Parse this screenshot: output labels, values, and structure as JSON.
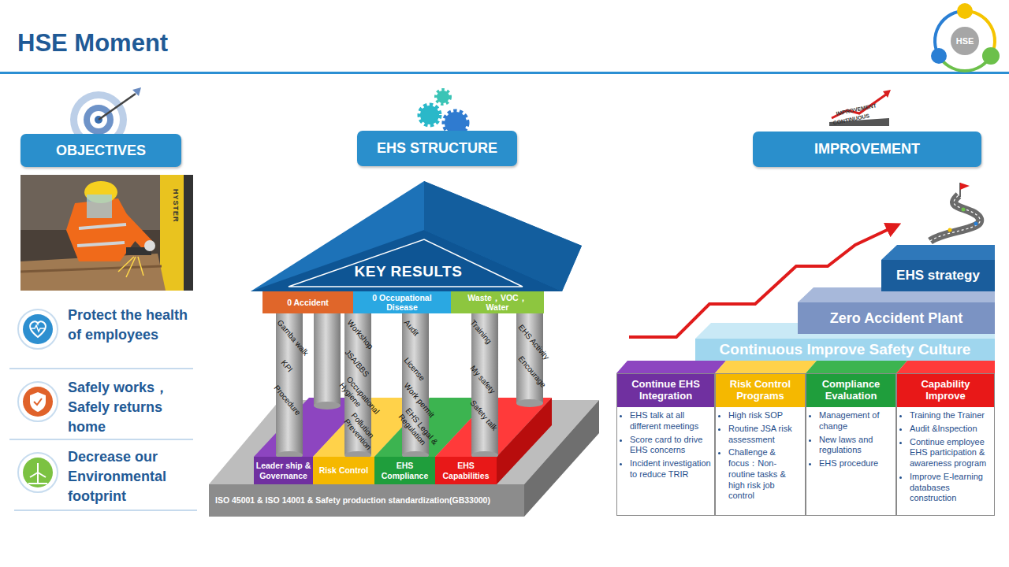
{
  "diagram": {
    "title": "HSE Moment",
    "nodes": [
      {
        "text": [
          "HSE"
        ]
      },
      {
        "text": [
          "OBJECTIVES"
        ]
      },
      {
        "text": [
          "EHS STRUCTURE"
        ]
      },
      {
        "text": [
          "IMPROVEMENT"
        ]
      },
      {
        "text": [
          "KEY  RESULTS"
        ]
      },
      {
        "text": [
          "0 Accident"
        ]
      },
      {
        "text": [
          "0 Occupational Disease"
        ]
      },
      {
        "text": [
          "Waste，VOC， Water"
        ]
      },
      {
        "text": [
          "Leader ship & Governance"
        ]
      },
      {
        "text": [
          "Risk Control"
        ]
      },
      {
        "text": [
          "EHS Compliance"
        ]
      },
      {
        "text": [
          "EHS Capabilities"
        ]
      },
      {
        "text": [
          "ISO 45001 & ISO 14001 & Safety production standardization(GB33000)"
        ]
      },
      {
        "text": [
          "EHS strategy"
        ]
      },
      {
        "text": [
          "Zero Accident Plant"
        ]
      },
      {
        "text": [
          "Continuous Improve Safety Culture"
        ]
      },
      {
        "text": [
          "Continue EHS Integration",
          "EHS talk at all different meetings",
          "Score card to drive EHS concerns",
          "Incident investigation to reduce TRIR"
        ]
      },
      {
        "text": [
          "Risk Control Programs",
          "High risk SOP",
          "Routine JSA risk assessment",
          "Challenge & focus：Non-routine tasks & high risk job control"
        ]
      },
      {
        "text": [
          "Compliance Evaluation",
          "Management of change",
          "New laws and regulations",
          "EHS procedure"
        ]
      },
      {
        "text": [
          "Capability Improve",
          "Training the Trainer",
          "Audit &Inspection",
          "Continue employee EHS participation & awareness program",
          "Improve E-learning databases construction"
        ]
      }
    ],
    "labels": [
      "Protect the health of employees",
      "Safely works， Safely returns home",
      "Decrease our Environmental footprint",
      "Gamba walk",
      "KPI",
      "Procedure",
      "Workshop",
      "JSA/BBS",
      "Occupational Hygiene",
      "Pollution Prevention",
      "Audit",
      "License",
      "Work permit",
      "EHS Legal & Regulation",
      "Training",
      "My safety",
      "Safety talk",
      "EHS Activity",
      "Encourage",
      "HYSTER",
      "IMPROVEMENT",
      "CONTINUOUS"
    ]
  }
}
